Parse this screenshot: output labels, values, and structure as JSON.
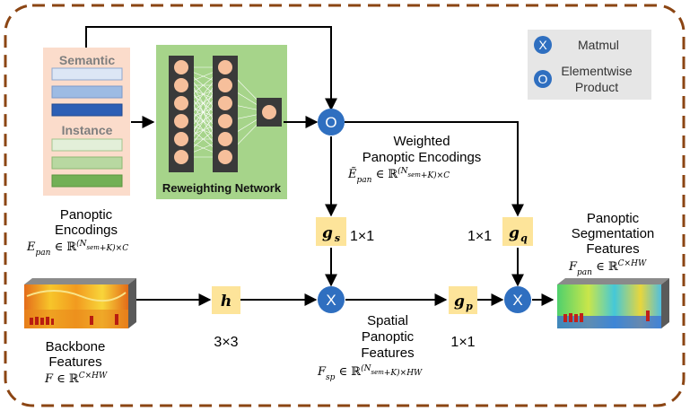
{
  "legend": {
    "matmul": {
      "symbol": "X",
      "label": "Matmul"
    },
    "elementwise": {
      "symbol": "O",
      "label_line1": "Elementwise",
      "label_line2": "Product"
    }
  },
  "panoptic_encodings": {
    "semantic_label": "Semantic",
    "instance_label": "Instance",
    "caption_line1": "Panoptic",
    "caption_line2": "Encodings",
    "math": {
      "var": "E",
      "sub": "pan",
      "set": " ∈ ℝ",
      "sup": "(N",
      "sup_sub": "sem",
      "sup_rest": "+K)×C"
    }
  },
  "reweighting_network": {
    "label": "Reweighting Network"
  },
  "weighted_encodings": {
    "caption_line1": "Weighted",
    "caption_line2": "Panoptic Encodings",
    "math": {
      "var": "Ẽ",
      "sub": "pan",
      "set": " ∈ ℝ",
      "sup": "(N",
      "sup_sub": "sem",
      "sup_rest": "+K)×C"
    }
  },
  "ops": {
    "elementwise_symbol": "O",
    "matmul_symbol": "X"
  },
  "projections": {
    "gs": {
      "var": "g",
      "sub": "s",
      "size": "1×1"
    },
    "gq": {
      "var": "g",
      "sub": "q",
      "size": "1×1"
    },
    "gp": {
      "var": "g",
      "sub": "p",
      "size": "1×1"
    },
    "h": {
      "var": "h",
      "size": "3×3"
    }
  },
  "backbone": {
    "caption_line1": "Backbone",
    "caption_line2": "Features",
    "math": {
      "var": "F",
      "set": " ∈ ℝ",
      "sup": "C×HW"
    }
  },
  "spatial": {
    "caption_line1": "Spatial",
    "caption_line2": "Panoptic",
    "caption_line3": "Features",
    "math": {
      "var": "F",
      "sub": "sp",
      "set": " ∈ ℝ",
      "sup": "(N",
      "sup_sub": "sem",
      "sup_rest": "+K)×HW"
    }
  },
  "output": {
    "caption_line1": "Panoptic",
    "caption_line2": "Segmentation",
    "caption_line3": "Features",
    "math": {
      "var": "F",
      "sub": "pan",
      "set": " ∈ ℝ",
      "sup": "C×HW"
    }
  },
  "colors": {
    "frame": "#8b4513",
    "arrow": "#000000",
    "op_circle": "#2f6fc0",
    "proj_box": "#fde49a",
    "encodings_bg": "#fbdccb",
    "network_bg": "#a6d48a",
    "network_bar": "#3a3a3a",
    "neuron": "#f6bf9b",
    "legend_bg": "#e6e6e6"
  }
}
